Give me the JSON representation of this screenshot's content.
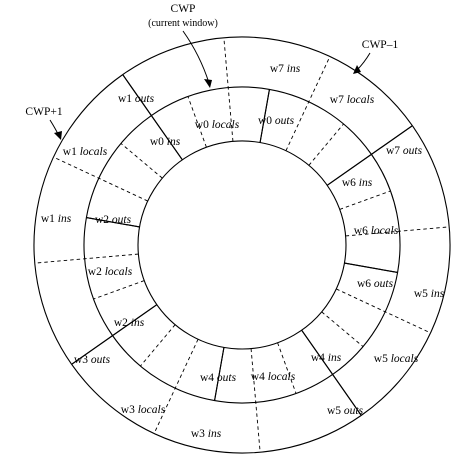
{
  "callouts": {
    "cwp": "CWP",
    "cwp_sub": "(current window)",
    "cwp_minus": "CWP–1",
    "cwp_plus": "CWP+1"
  },
  "windows": {
    "w0_ins": [
      "w0",
      "ins"
    ],
    "w0_locals": [
      "w0",
      "locals"
    ],
    "w0_outs": [
      "w0",
      "outs"
    ],
    "w7_ins": [
      "w7",
      "ins"
    ],
    "w7_locals": [
      "w7",
      "locals"
    ],
    "w7_outs": [
      "w7",
      "outs"
    ],
    "w6_ins": [
      "w6",
      "ins"
    ],
    "w6_locals": [
      "w6",
      "locals"
    ],
    "w6_outs": [
      "w6",
      "outs"
    ],
    "w5_ins": [
      "w5",
      "ins"
    ],
    "w5_locals": [
      "w5",
      "locals"
    ],
    "w5_outs": [
      "w5",
      "outs"
    ],
    "w4_ins": [
      "w4",
      "ins"
    ],
    "w4_locals": [
      "w4",
      "locals"
    ],
    "w4_outs": [
      "w4",
      "outs"
    ],
    "w3_ins": [
      "w3",
      "ins"
    ],
    "w3_locals": [
      "w3",
      "locals"
    ],
    "w3_outs": [
      "w3",
      "outs"
    ],
    "w2_ins": [
      "w2",
      "ins"
    ],
    "w2_locals": [
      "w2",
      "locals"
    ],
    "w2_outs": [
      "w2",
      "outs"
    ],
    "w1_ins": [
      "w1",
      "ins"
    ],
    "w1_locals": [
      "w1",
      "locals"
    ],
    "w1_outs": [
      "w1",
      "outs"
    ]
  }
}
